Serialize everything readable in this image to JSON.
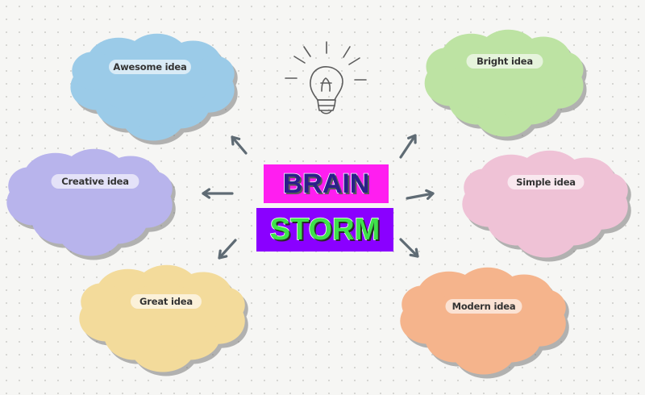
{
  "title": {
    "line1": "BRAIN",
    "line2": "STORM",
    "line1_bg": "#ff1ef0",
    "line1_color": "#2a1f8a",
    "line2_bg": "#8a00ff",
    "line2_color": "#3fe24a"
  },
  "lightbulb": {
    "icon": "lightbulb-icon"
  },
  "arrow_color": "#5f6b74",
  "ideas": [
    {
      "id": "awesome",
      "label": "Awesome idea",
      "color": "#9bcbe8"
    },
    {
      "id": "creative",
      "label": "Creative idea",
      "color": "#b8b4ec"
    },
    {
      "id": "great",
      "label": "Great idea",
      "color": "#f3db9b"
    },
    {
      "id": "bright",
      "label": "Bright idea",
      "color": "#bde3a3"
    },
    {
      "id": "simple",
      "label": "Simple idea",
      "color": "#efc2d6"
    },
    {
      "id": "modern",
      "label": "Modern idea",
      "color": "#f5b48c"
    }
  ]
}
